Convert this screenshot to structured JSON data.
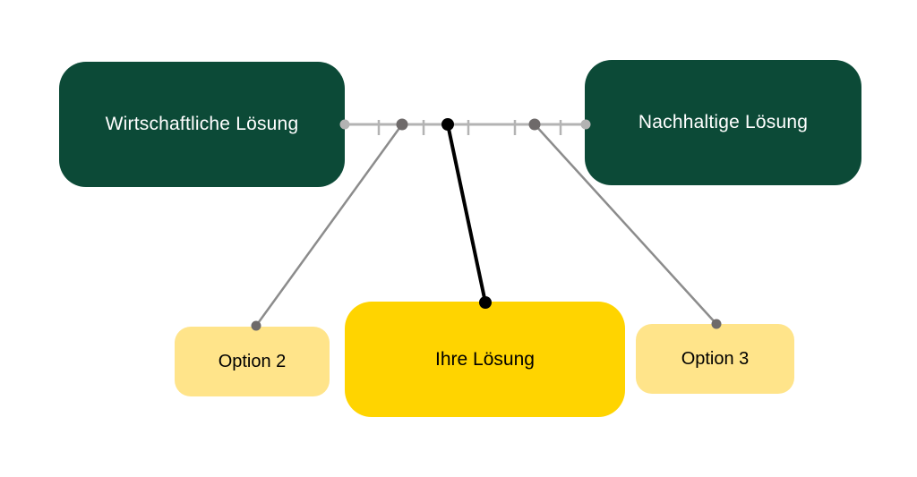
{
  "diagram": {
    "title": "",
    "background": "#ffffff",
    "top_nodes": [
      {
        "id": "wirtschaftlich",
        "label": "Wirtschaftliche Lösung",
        "fill": "#0c4a37",
        "text_color": "#ffffff"
      },
      {
        "id": "nachhaltig",
        "label": "Nachhaltige Lösung",
        "fill": "#0c4a37",
        "text_color": "#ffffff"
      }
    ],
    "bottom_nodes": [
      {
        "id": "option2",
        "label": "Option 2",
        "fill": "#ffe48a",
        "text_color": "#000000",
        "emphasized": false
      },
      {
        "id": "ihre_loesung",
        "label": "Ihre Lösung",
        "fill": "#ffd400",
        "text_color": "#000000",
        "emphasized": true
      },
      {
        "id": "option3",
        "label": "Option 3",
        "fill": "#ffe48a",
        "text_color": "#000000",
        "emphasized": false
      }
    ],
    "scale": {
      "description": "horizontal spectrum line between the two top nodes with 5 tick marks",
      "tick_count": 5,
      "line_color": "#b3b3b3",
      "endpoint_dot_color": "#b3b3b3",
      "marker_dot_color": "#6e6a6a",
      "highlight_dot_color": "#000000"
    },
    "edges": [
      {
        "from": "scale-marker-1",
        "to": "option2",
        "color": "#8c8c8c",
        "emphasized": false
      },
      {
        "from": "scale-highlight",
        "to": "ihre_loesung",
        "color": "#000000",
        "emphasized": true
      },
      {
        "from": "scale-marker-2",
        "to": "option3",
        "color": "#8c8c8c",
        "emphasized": false
      }
    ]
  }
}
